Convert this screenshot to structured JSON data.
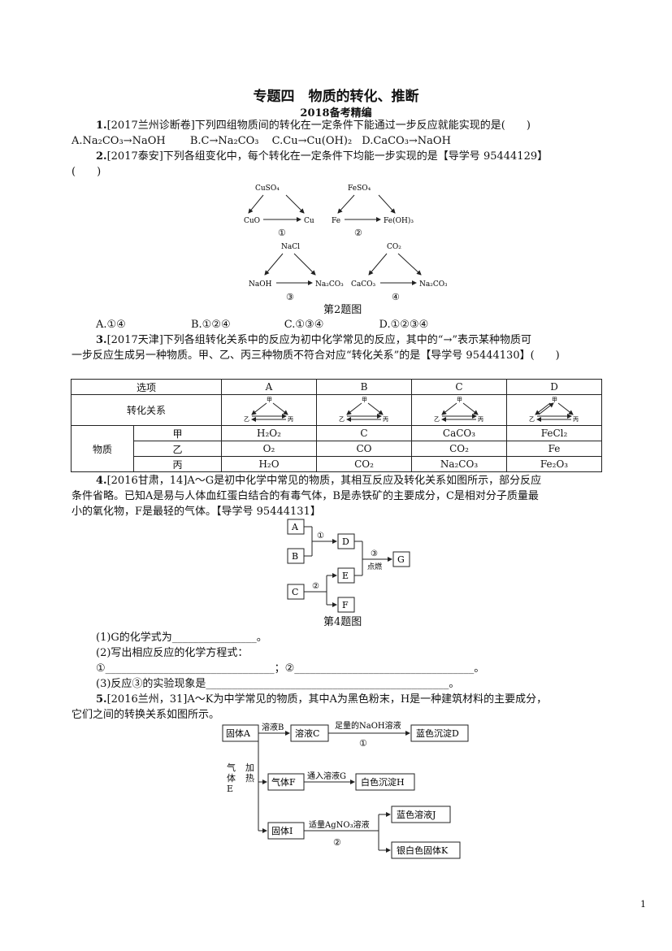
{
  "header": {
    "title": "专题四　物质的转化、推断",
    "subtitle": "2018备考精编"
  },
  "q1": {
    "num": "1.",
    "stem": "[2017兰州诊断卷]下列四组物质间的转化在一定条件下能通过一步反应就能实现的是(　　)",
    "options": [
      "A.Na₂CO₃→NaOH",
      "B.C→Na₂CO₃",
      "C.Cu→Cu(OH)₂",
      "D.CaCO₃→NaOH"
    ]
  },
  "q2": {
    "num": "2.",
    "stem": "[2017泰安]下列各组变化中，每个转化在一定条件下均能一步实现的是【导学号 95444129】",
    "stem2": "(　　)",
    "diagrams": [
      {
        "top": "CuSO₄",
        "left": "CuO",
        "right": "Cu",
        "num": "①"
      },
      {
        "top": "FeSO₄",
        "left": "Fe",
        "right": "Fe(OH)₃",
        "num": "②"
      },
      {
        "top": "NaCl",
        "left": "NaOH",
        "right": "Na₂CO₃",
        "num": "③"
      },
      {
        "top": "CO₂",
        "left": "CaCO₃",
        "right": "Na₂CO₃",
        "num": "④"
      }
    ],
    "caption": "第2题图",
    "options": [
      "A.①④",
      "B.①②④",
      "C.①③④",
      "D.①②③④"
    ]
  },
  "q3": {
    "num": "3.",
    "stem1": "[2017天津]下列各组转化关系中的反应为初中化学常见的反应，其中的“→”表示某种物质可",
    "stem2": "一步反应生成另一种物质。甲、乙、丙三种物质不符合对应“转化关系”的是【导学号 95444130】(　　)",
    "table": {
      "header_label": "选项",
      "cols": [
        "A",
        "B",
        "C",
        "D"
      ],
      "relation_label": "转化关系",
      "node_top": "甲",
      "node_left": "乙",
      "node_right": "丙",
      "substance_label": "物质",
      "rows": [
        {
          "name": "甲",
          "values": [
            "H₂O₂",
            "C",
            "CaCO₃",
            "FeCl₂"
          ]
        },
        {
          "name": "乙",
          "values": [
            "O₂",
            "CO",
            "CO₂",
            "Fe"
          ]
        },
        {
          "name": "丙",
          "values": [
            "H₂O",
            "CO₂",
            "Na₂CO₃",
            "Fe₂O₃"
          ]
        }
      ]
    }
  },
  "q4": {
    "num": "4.",
    "stem1": "[2016甘肃，14]A～G是初中化学中常见的物质，其相互反应及转化关系如图所示，部分反应",
    "stem2": "条件省略。已知A是易与人体血红蛋白结合的有毒气体，B是赤铁矿的主要成分，C是相对分子质量最",
    "stem3": "小的氧化物，F是最轻的气体。【导学号 95444131】",
    "boxes": {
      "A": "A",
      "B": "B",
      "C": "C",
      "D": "D",
      "E": "E",
      "F": "F",
      "G": "G"
    },
    "step1": "①",
    "step2": "②",
    "step3": "③",
    "condition": "点燃",
    "caption": "第4题图",
    "sub1": "(1)G的化学式为________________。",
    "sub2": "(2)写出相应反应的化学方程式：",
    "sub2a": "①________________________________；②__________________________________。",
    "sub3": "(3)反应③的实验现象是______________________________________________。"
  },
  "q5": {
    "num": "5.",
    "stem1": "[2016兰州，31]A～K为中学常见的物质，其中A为黑色粉末，H是一种建筑材料的主要成分，",
    "stem2": "它们之间的转换关系如图所示。",
    "flow": {
      "solidA": "固体A",
      "solB": "溶液B",
      "solC": "溶液C",
      "naoh": "足量的NaOH溶液",
      "n1": "①",
      "ppD": "蓝色沉淀D",
      "gasE": "气\n体\nE",
      "heat": "加\n热",
      "gasF": "气体F",
      "solG": "通入溶液G",
      "ppH": "白色沉淀H",
      "solidI": "固体I",
      "agno3": "适量AgNO₃溶液",
      "n2": "②",
      "solJ": "蓝色溶液J",
      "solidK": "银白色固体K"
    }
  },
  "page": {
    "number": "1"
  }
}
